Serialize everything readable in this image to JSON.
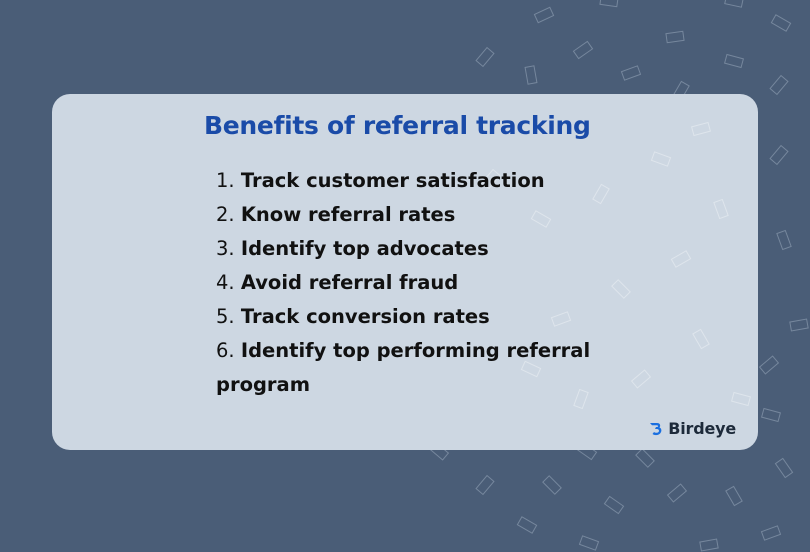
{
  "graphic": {
    "title": "Benefits of referral tracking",
    "items": [
      {
        "num": "1.",
        "text": "Track customer satisfaction"
      },
      {
        "num": "2.",
        "text": "Know referral rates"
      },
      {
        "num": "3.",
        "text": "Identify top advocates"
      },
      {
        "num": "4.",
        "text": "Avoid referral fraud"
      },
      {
        "num": "5.",
        "text": "Track conversion rates"
      },
      {
        "num": "6.",
        "text": "Identify top performing referral program"
      }
    ],
    "brand": {
      "name": "Birdeye",
      "icon": "birdeye-logo-icon",
      "color": "#1a6fe0"
    }
  },
  "colors": {
    "background": "#4a5d77",
    "card": "#cdd7e2",
    "title": "#1a4ba8",
    "text": "#111111"
  }
}
